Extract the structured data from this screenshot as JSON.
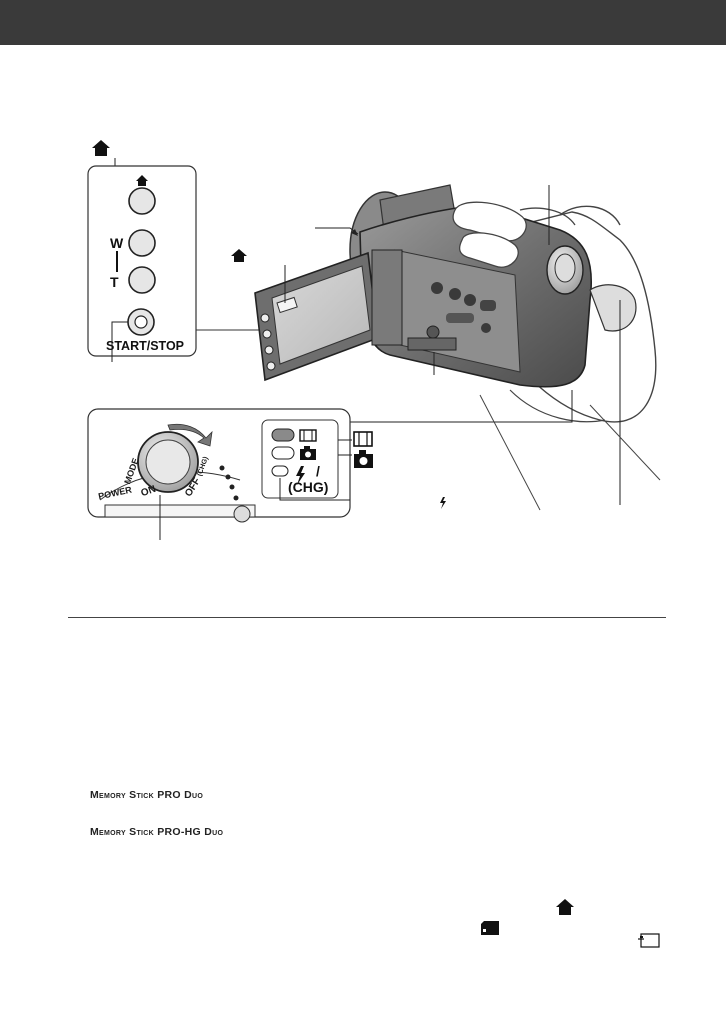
{
  "labels": {
    "w": "W",
    "t": "T",
    "start_stop": "START/STOP",
    "chg": "(CHG)",
    "flash_slash": "/",
    "dial_power": "POWER",
    "dial_mode": "MODE",
    "dial_on": "ON",
    "dial_off": "OFF",
    "dial_chg_small": "(CHG)"
  },
  "media": {
    "memory_stick_pro_duo": "Memory Stick PRO Duo",
    "memory_stick_pro_hg_duo": "Memory Stick PRO-HG Duo"
  },
  "icons": [
    "home-icon",
    "movie-icon",
    "camera-icon",
    "flash-icon",
    "memory-card-icon",
    "internal-memory-icon"
  ]
}
